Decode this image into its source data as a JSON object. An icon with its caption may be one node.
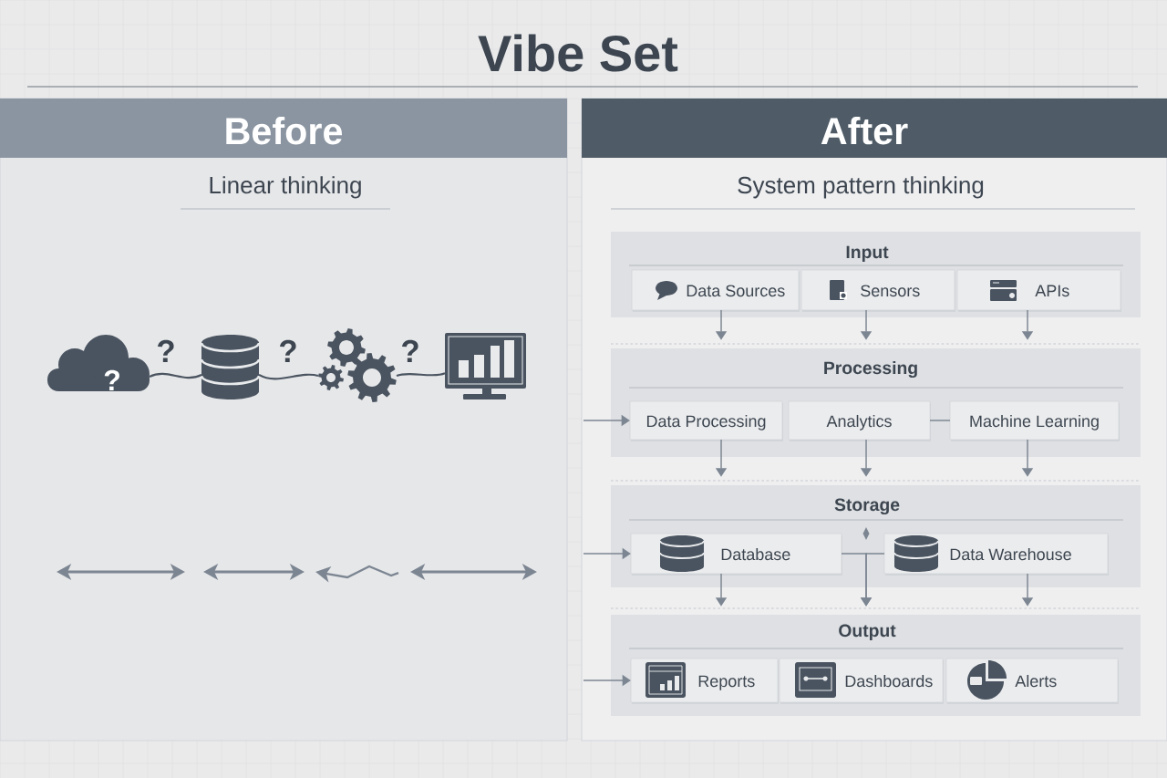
{
  "diagram": {
    "title": "Vibe Set",
    "nodes": [
      {
        "text": [
          "Before",
          "Linear thinking"
        ]
      },
      {
        "text": [
          "?"
        ],
        "in": 0
      },
      {
        "text": [],
        "shape": "cylinder",
        "in": 0
      },
      {
        "text": [],
        "shape": "picture",
        "in": 0
      },
      {
        "text": [],
        "shape": "picture",
        "in": 0
      },
      {
        "text": [
          "After",
          "System pattern thinking"
        ]
      },
      {
        "text": [
          "Input"
        ],
        "in": 5
      },
      {
        "text": [
          "Data Sources"
        ],
        "in": 6
      },
      {
        "text": [
          "Sensors"
        ],
        "in": 6
      },
      {
        "text": [
          "APIs"
        ],
        "in": 6
      },
      {
        "text": [
          "Processing"
        ],
        "in": 5
      },
      {
        "text": [
          "Data Processing"
        ],
        "in": 10
      },
      {
        "text": [
          "Analytics"
        ],
        "in": 10
      },
      {
        "text": [
          "Machine Learning"
        ],
        "in": 10
      },
      {
        "text": [
          "Storage"
        ],
        "in": 5
      },
      {
        "text": [
          "Database"
        ],
        "in": 14
      },
      {
        "text": [
          "Data Warehouse"
        ],
        "in": 14
      },
      {
        "text": [
          "Output"
        ],
        "in": 5
      },
      {
        "text": [
          "Reports"
        ],
        "in": 17
      },
      {
        "text": [
          "Dashboards"
        ],
        "in": 17
      },
      {
        "text": [
          "Alerts"
        ],
        "in": 17
      }
    ],
    "edges": [
      {
        "from": 1,
        "to": 2,
        "arrow": "none",
        "label": "?",
        "color": "#4b5561"
      },
      {
        "from": 2,
        "to": 3,
        "arrow": "none",
        "label": "?",
        "color": "#4b5561"
      },
      {
        "from": 3,
        "to": 4,
        "arrow": "none",
        "label": "?",
        "color": "#4b5561"
      },
      {
        "from": 7,
        "to": 10,
        "arrow": "to"
      },
      {
        "from": 8,
        "to": 10,
        "arrow": "to"
      },
      {
        "from": 9,
        "to": 10,
        "arrow": "to"
      },
      {
        "from": null,
        "to": 11,
        "arrow": "to"
      },
      {
        "from": 12,
        "to": 13,
        "arrow": "none"
      },
      {
        "from": 11,
        "to": 14,
        "arrow": "to"
      },
      {
        "from": 12,
        "to": 14,
        "arrow": "to"
      },
      {
        "from": 13,
        "to": 14,
        "arrow": "to"
      },
      {
        "from": null,
        "to": 15,
        "arrow": "to"
      },
      {
        "from": 15,
        "to": 17,
        "arrow": "to"
      },
      {
        "from": 15,
        "to": 17,
        "arrow": "to"
      },
      {
        "from": 16,
        "to": 17,
        "arrow": "to"
      },
      {
        "from": 16,
        "to": 17,
        "arrow": "to"
      },
      {
        "from": null,
        "to": 18,
        "arrow": "to"
      }
    ]
  }
}
